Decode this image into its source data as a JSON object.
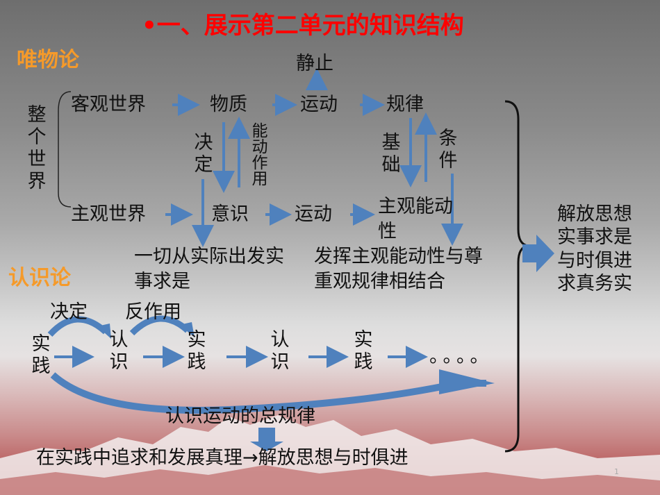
{
  "title": "•一、展示第二单元的知识结构",
  "materialism": {
    "heading": "唯物论",
    "whole_world": "整个世界",
    "objective_world": "客观世界",
    "matter": "物质",
    "motion_top": "运动",
    "stillness": "静止",
    "law": "规律",
    "decides": "决定",
    "active_role": "能动作用",
    "basis": "基础",
    "condition": "条件",
    "subjective_world": "主观世界",
    "consciousness": "意识",
    "motion_bottom": "运动",
    "subjective_initiative": "主观能动性",
    "conclusion_1": "一切从实际出发实事求是",
    "conclusion_2": "发挥主观能动性与尊重观规律相结合",
    "summary": "解放思想实事求是与时俱进求真务实"
  },
  "epistemology": {
    "heading": "认识论",
    "decides": "决定",
    "reaction": "反作用",
    "sequence": [
      "实践",
      "认识",
      "实践",
      "认识",
      "实践"
    ],
    "ellipsis": "。。。。",
    "general_law": "认识运动的总规律",
    "final": "在实践中追求和发展真理→解放思想与时俱进"
  },
  "page_number": "1",
  "colors": {
    "title": "#ff0000",
    "heading": "#f59a2a",
    "arrow": "#4f81bd"
  }
}
